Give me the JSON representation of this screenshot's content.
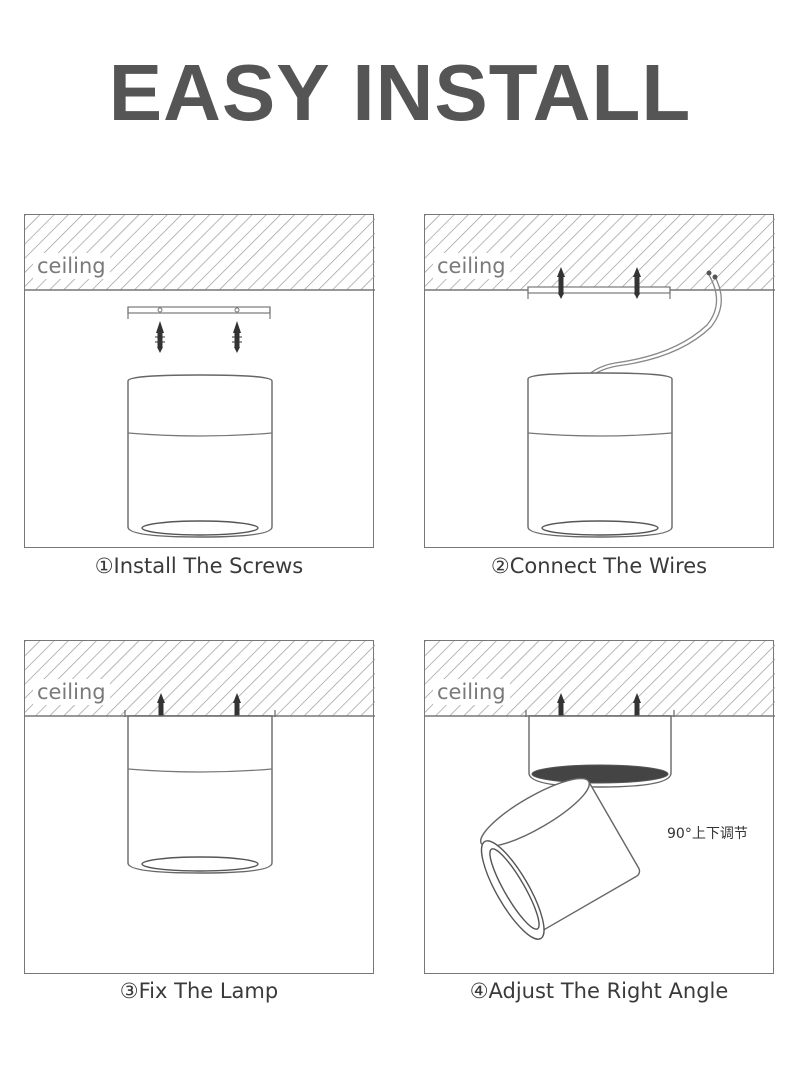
{
  "title": "EASY INSTALL",
  "steps": [
    {
      "ceiling_label": "ceiling",
      "caption": "①Install The Screws"
    },
    {
      "ceiling_label": "ceiling",
      "caption": "②Connect The Wires"
    },
    {
      "ceiling_label": "ceiling",
      "caption": "③Fix The Lamp"
    },
    {
      "ceiling_label": "ceiling",
      "caption": "④Adjust The Right Angle",
      "note": "90°上下调节"
    }
  ],
  "colors": {
    "title": "#555555",
    "line": "#777777",
    "text": "#3a3a3a"
  }
}
